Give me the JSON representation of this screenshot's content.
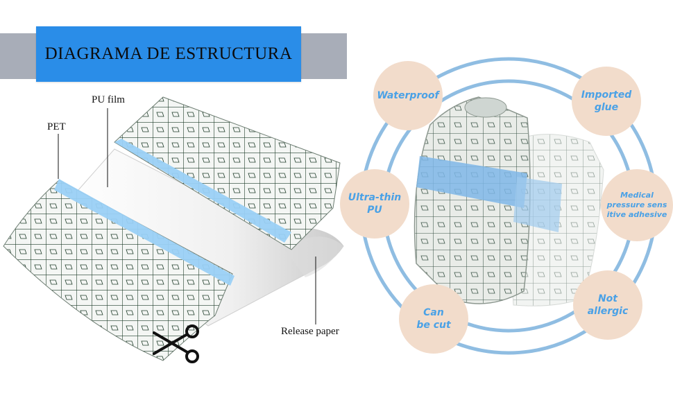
{
  "diagram": {
    "title": "DIAGRAMA DE ESTRUCTURA",
    "labels": {
      "pet": "PET",
      "pu_film": "PU film",
      "release_paper": "Release paper"
    }
  },
  "features": {
    "waterproof": "Waterproof",
    "imported_glue": "Imported\nglue",
    "ultra_thin_pu": "Ultra-thin\nPU",
    "medical_adhesive": "Medical\npressure sens\nitive adhesive",
    "can_be_cut": "Can\nbe cut",
    "not_allergic": "Not\nallergic"
  },
  "colors": {
    "title_blue": "#2a8de8",
    "title_gray": "#a8adb8",
    "feature_circle": "#f2dccb",
    "feature_text": "#4aa1e6",
    "ring": "#8fbde2",
    "pet_strip": "#9ad0f5"
  }
}
